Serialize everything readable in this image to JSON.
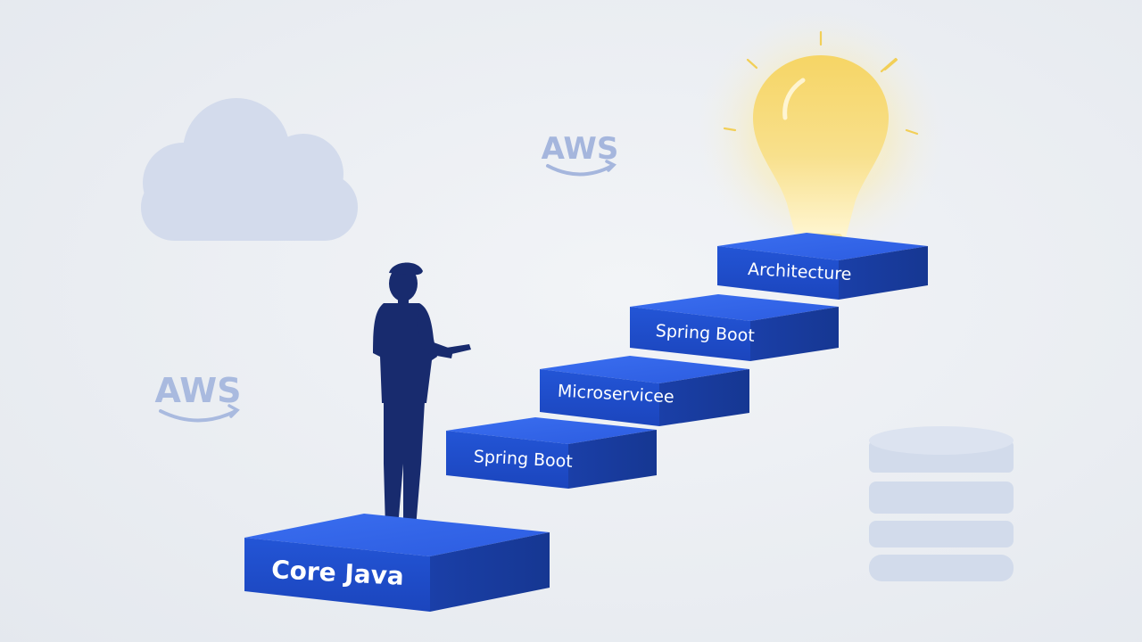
{
  "background_color": "#e9ecf1",
  "accent_color": "#1f4fc7",
  "figure_color": "#172a6e",
  "bulb_color": "#f7db72",
  "logos": {
    "aws_top": "AWS",
    "aws_left": "AWS"
  },
  "staircase": {
    "base_label": "Core Java",
    "steps": [
      {
        "label": "Spring Boot"
      },
      {
        "label": "Microservicee"
      },
      {
        "label": "Spring Boot"
      },
      {
        "label": "Architecture"
      }
    ]
  },
  "icons": [
    "cloud-icon",
    "aws-logo-icon",
    "database-icon",
    "lightbulb-icon",
    "person-figure"
  ]
}
